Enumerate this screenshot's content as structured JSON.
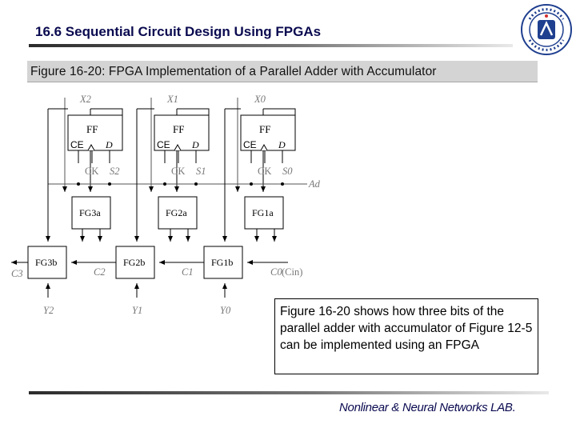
{
  "header": {
    "title": "16.6 Sequential Circuit Design Using FPGAs"
  },
  "caption": "Figure 16-20:  FPGA Implementation of a Parallel Adder with Accumulator",
  "circuit": {
    "inputs_top": [
      "X2",
      "X1",
      "X0"
    ],
    "flipflop_label": "FF",
    "ce_label": "CE",
    "d_label": "D",
    "ck_label": "CK",
    "s_labels": [
      "S2",
      "S1",
      "S0"
    ],
    "ad_label": "Ad",
    "fga_labels": [
      "FG3a",
      "FG2a",
      "FG1a"
    ],
    "fgb_labels": [
      "FG3b",
      "FG2b",
      "FG1b"
    ],
    "carry_labels": [
      "C3",
      "C2",
      "C1",
      "C0",
      "(Cin)"
    ],
    "y_labels": [
      "Y2",
      "Y1",
      "Y0"
    ]
  },
  "note": "Figure 16-20 shows how three bits of the parallel adder with accumulator of Figure 12-5 can be implemented using an FPGA",
  "footer": "Nonlinear & Neural Networks LAB.",
  "colors": {
    "title": "#0a0a50",
    "caption_bg": "#d4d4d4",
    "logo": "#1f3f8f"
  }
}
